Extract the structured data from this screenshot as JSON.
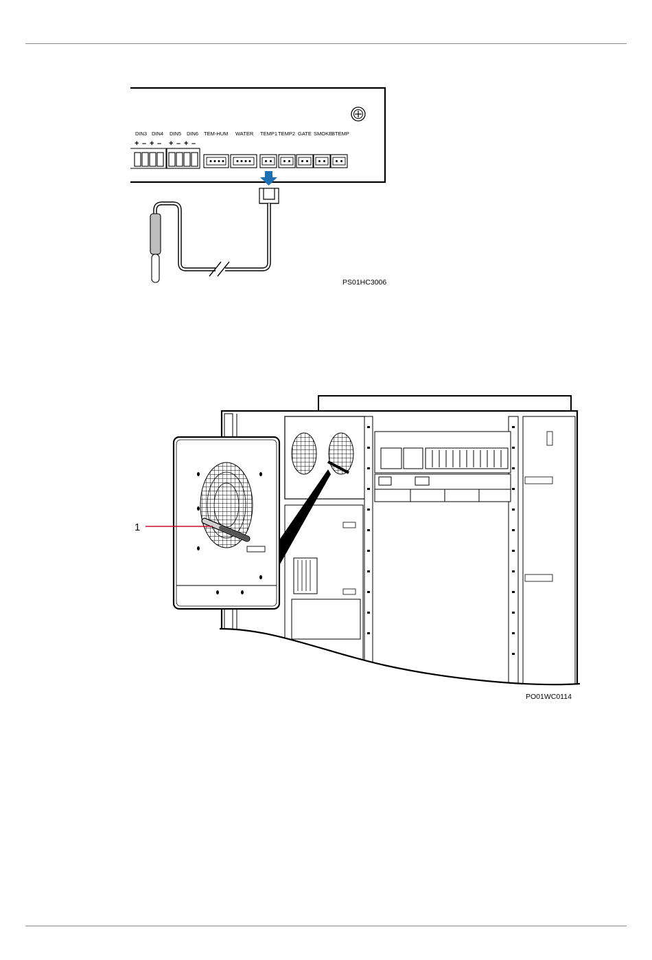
{
  "figure1": {
    "port_labels": [
      "DIN3",
      "DIN4",
      "DIN5",
      "DIN6",
      "TEM-HUM",
      "WATER",
      "TEMP1",
      "TEMP2",
      "GATE",
      "SMOKE",
      "BTEMP"
    ],
    "polarity": {
      "plus": "+",
      "minus": "–"
    },
    "code": "PS01HC3006",
    "arrow_color": "#1f6fb5"
  },
  "figure2": {
    "callout_number": "1",
    "callout_color": "#c8102e",
    "code": "PO01WC0114"
  }
}
